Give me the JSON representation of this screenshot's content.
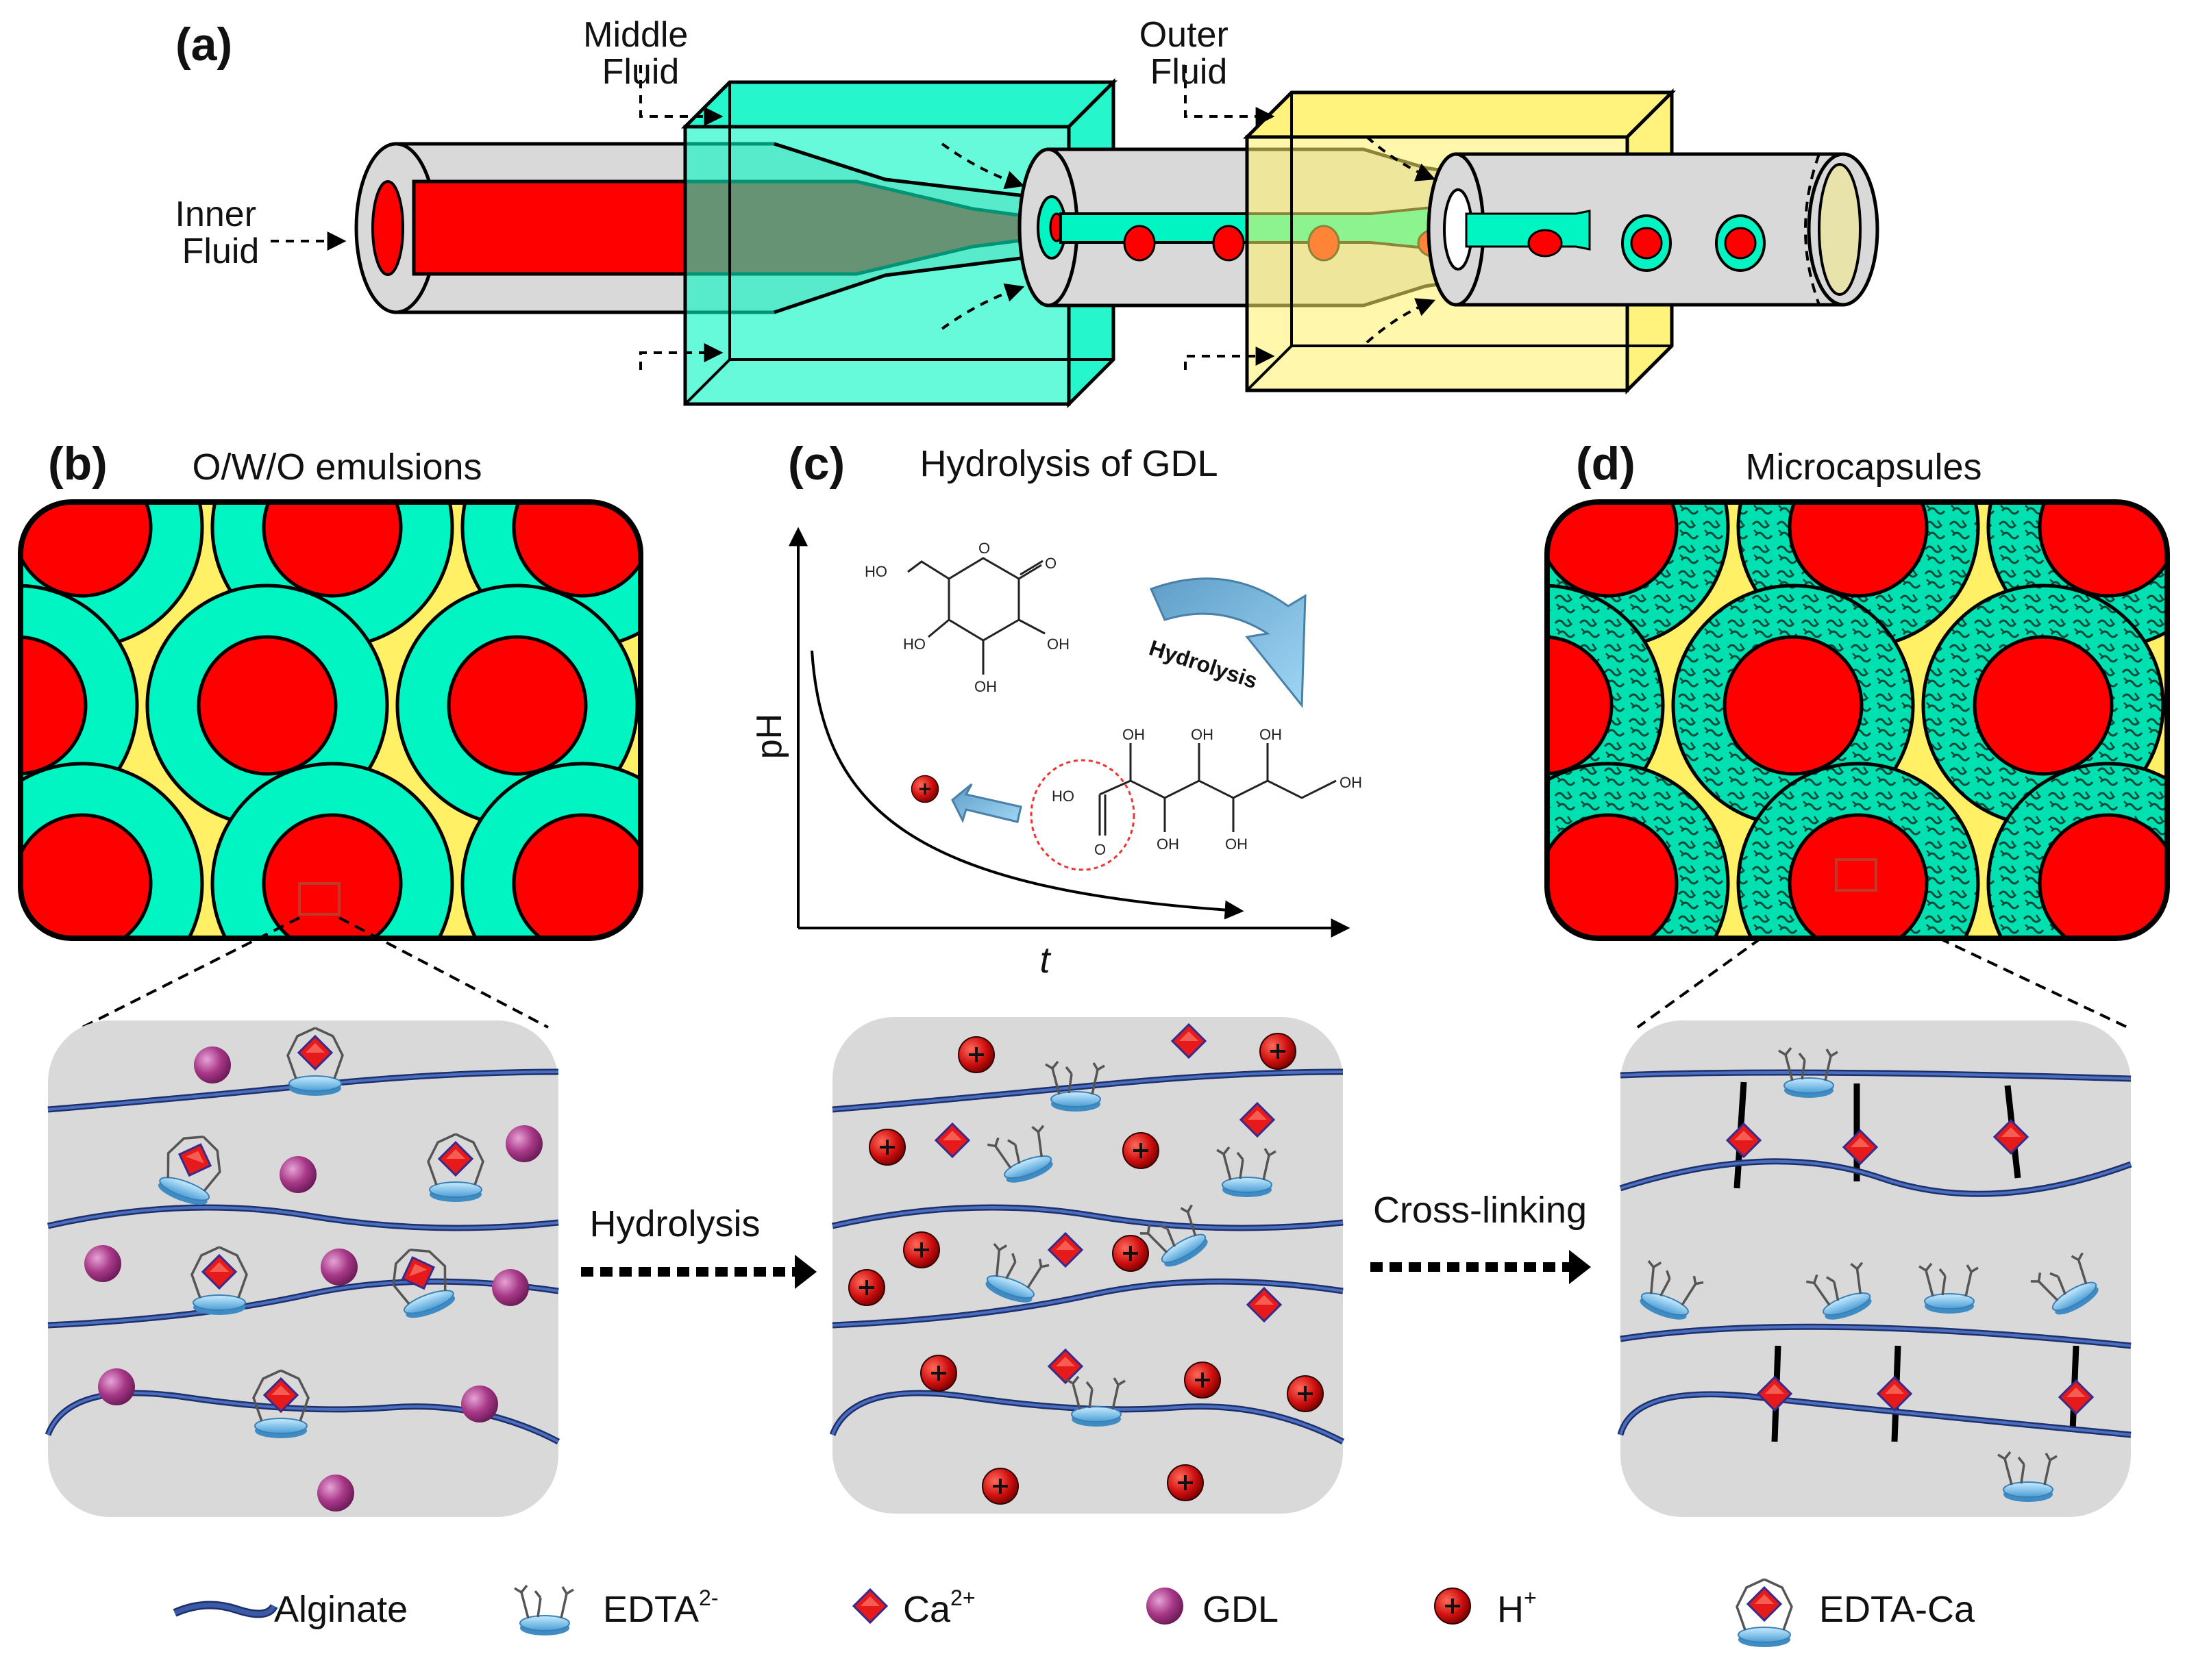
{
  "panel_a": {
    "tag": "(a)",
    "middle_fluid": [
      "Middle",
      "Fluid"
    ],
    "outer_fluid": [
      "Outer",
      "Fluid"
    ],
    "inner_fluid": [
      "Inner",
      "Fluid"
    ]
  },
  "panel_b": {
    "tag": "(b)",
    "title": "O/W/O emulsions"
  },
  "panel_c": {
    "tag": "(c)",
    "title": "Hydrolysis of GDL",
    "y_axis": "pH",
    "x_axis": "t",
    "arrow_label": "Hydrolysis",
    "groups": {
      "ho": "HO",
      "oh": "OH",
      "o": "O"
    }
  },
  "panel_d": {
    "tag": "(d)",
    "title": "Microcapsules"
  },
  "process": {
    "step1": "Hydrolysis",
    "step2": "Cross-linking"
  },
  "legend": {
    "alginate": "Alginate",
    "edta": "EDTA",
    "edta_sup": "2-",
    "ca": "Ca",
    "ca_sup": "2+",
    "gdl": "GDL",
    "h": "H",
    "h_sup": "+",
    "edta_ca": "EDTA-Ca"
  },
  "colors": {
    "inner": "#ff0000",
    "middle": "#00f5c2",
    "outer": "#fff066",
    "tube": "#d9d9d9",
    "alginate": "#3a5aa8",
    "gdl": "#b0408f",
    "hion": "#cc1111",
    "chelator": "#7ec8f0"
  }
}
